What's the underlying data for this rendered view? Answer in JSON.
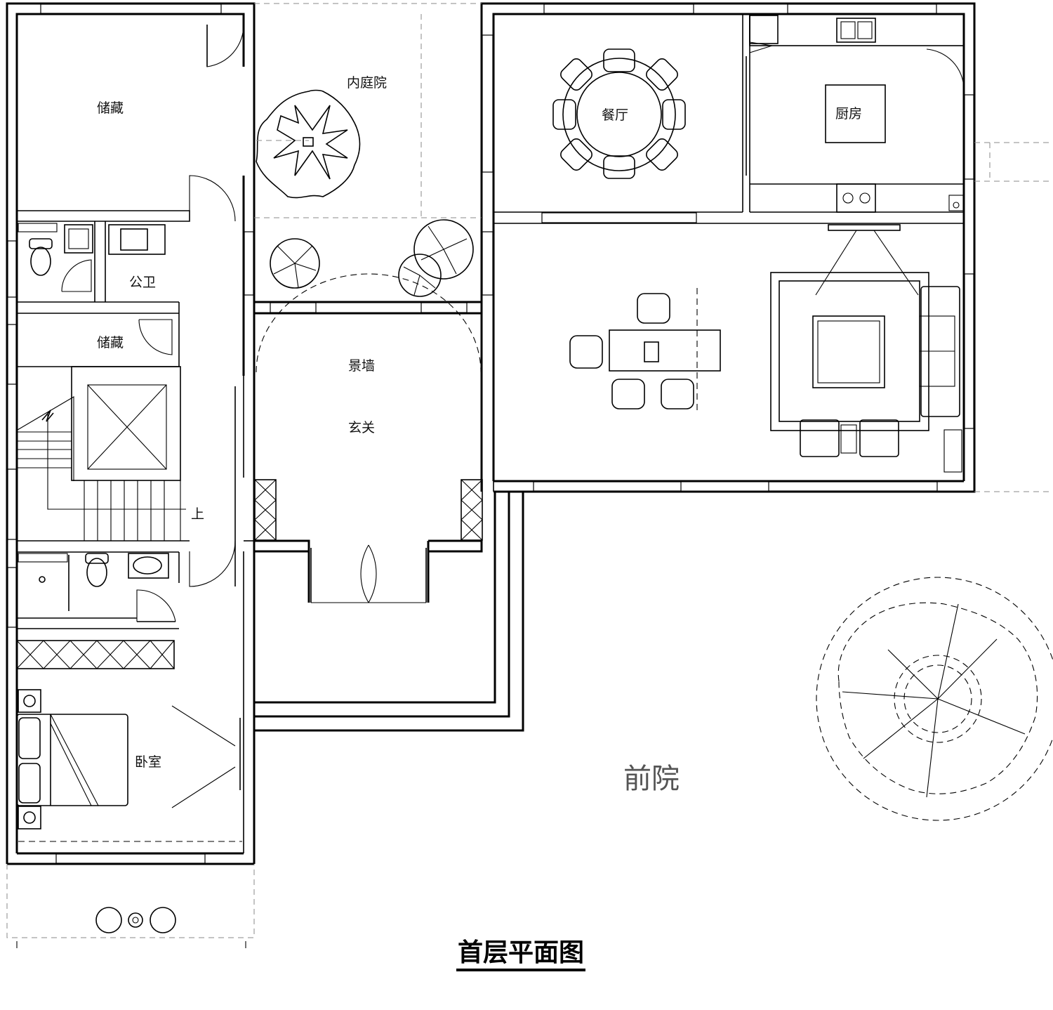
{
  "title": "首层平面图",
  "rooms": {
    "storage_top": "储藏",
    "inner_courtyard": "内庭院",
    "dining": "餐厅",
    "kitchen": "厨房",
    "public_wc": "公卫",
    "storage_mid": "储藏",
    "feature_wall": "景墙",
    "foyer": "玄关",
    "stair_up": "上",
    "bedroom": "卧室",
    "front_yard": "前院"
  }
}
